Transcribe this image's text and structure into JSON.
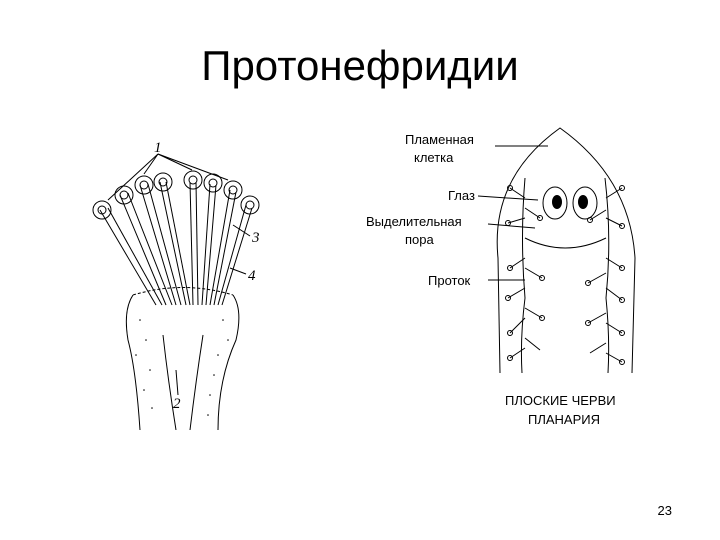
{
  "slide": {
    "title": "Протонефридии",
    "page_number": "23"
  },
  "left_figure": {
    "labels": [
      "1",
      "2",
      "3",
      "4"
    ]
  },
  "right_figure": {
    "labels": {
      "flame_cell_line1": "Пламенная",
      "flame_cell_line2": "клетка",
      "eye": "Глаз",
      "pore_line1": "Выделительная",
      "pore_line2": "пора",
      "duct": "Проток"
    },
    "caption_line1": "ПЛОСКИЕ ЧЕРВИ",
    "caption_line2": "ПЛАНАРИЯ"
  }
}
